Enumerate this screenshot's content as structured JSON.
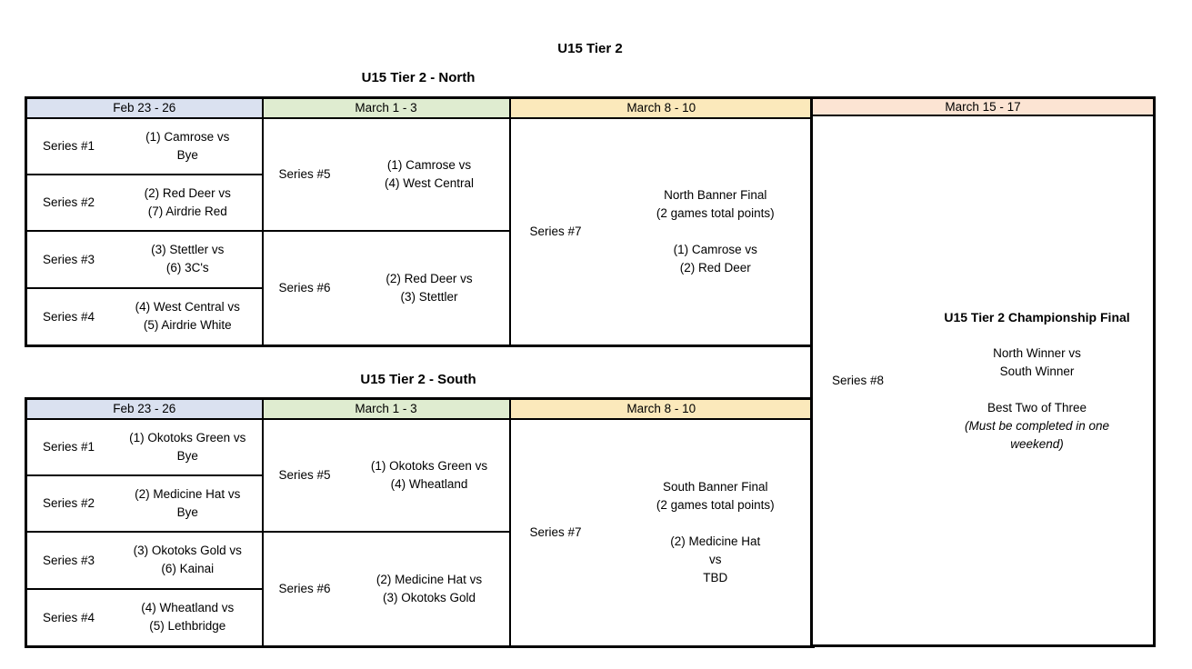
{
  "page_title": "U15 Tier 2",
  "colors": {
    "feb": "#dae1f0",
    "mar1": "#dfecd0",
    "mar8": "#fbe9bb",
    "mar15": "#fce4d3"
  },
  "north": {
    "heading": "U15 Tier 2 - North",
    "columns": [
      "Feb 23 - 26",
      "March 1 - 3",
      "March 8 - 10"
    ],
    "series1": {
      "label": "Series #1",
      "line1": "(1) Camrose vs",
      "line2": "Bye"
    },
    "series2": {
      "label": "Series #2",
      "line1": "(2) Red Deer vs",
      "line2": "(7) Airdrie Red"
    },
    "series3": {
      "label": "Series #3",
      "line1": "(3) Stettler vs",
      "line2": "(6) 3C's"
    },
    "series4": {
      "label": "Series #4",
      "line1": "(4) West Central vs",
      "line2": "(5) Airdrie White"
    },
    "series5": {
      "label": "Series #5",
      "line1": "(1) Camrose vs",
      "line2": "(4) West Central"
    },
    "series6": {
      "label": "Series #6",
      "line1": "(2) Red Deer vs",
      "line2": "(3) Stettler"
    },
    "series7": {
      "label": "Series #7",
      "title": "North Banner Final",
      "subtitle": "(2 games total points)",
      "line1": "(1) Camrose vs",
      "line2": "(2) Red Deer"
    }
  },
  "south": {
    "heading": "U15 Tier 2 - South",
    "columns": [
      "Feb 23 - 26",
      "March 1 - 3",
      "March 8 - 10"
    ],
    "series1": {
      "label": "Series #1",
      "line1": "(1) Okotoks Green vs",
      "line2": "Bye"
    },
    "series2": {
      "label": "Series #2",
      "line1": "(2) Medicine Hat vs",
      "line2": "Bye"
    },
    "series3": {
      "label": "Series #3",
      "line1": "(3) Okotoks Gold vs",
      "line2": "(6) Kainai"
    },
    "series4": {
      "label": "Series #4",
      "line1": "(4) Wheatland vs",
      "line2": "(5) Lethbridge"
    },
    "series5": {
      "label": "Series #5",
      "line1": "(1) Okotoks Green vs",
      "line2": "(4) Wheatland"
    },
    "series6": {
      "label": "Series #6",
      "line1": "(2) Medicine Hat vs",
      "line2": "(3) Okotoks Gold"
    },
    "series7": {
      "label": "Series #7",
      "title": "South Banner Final",
      "subtitle": "(2 games total points)",
      "line1": "(2) Medicine Hat",
      "line2": "vs",
      "line3": "TBD"
    }
  },
  "final": {
    "column": "March 15 - 17",
    "label": "Series #8",
    "title": "U15 Tier 2 Championship Final",
    "line1": "North Winner vs",
    "line2": "South Winner",
    "line3": "Best Two of Three",
    "note": "(Must be completed in one weekend)"
  }
}
